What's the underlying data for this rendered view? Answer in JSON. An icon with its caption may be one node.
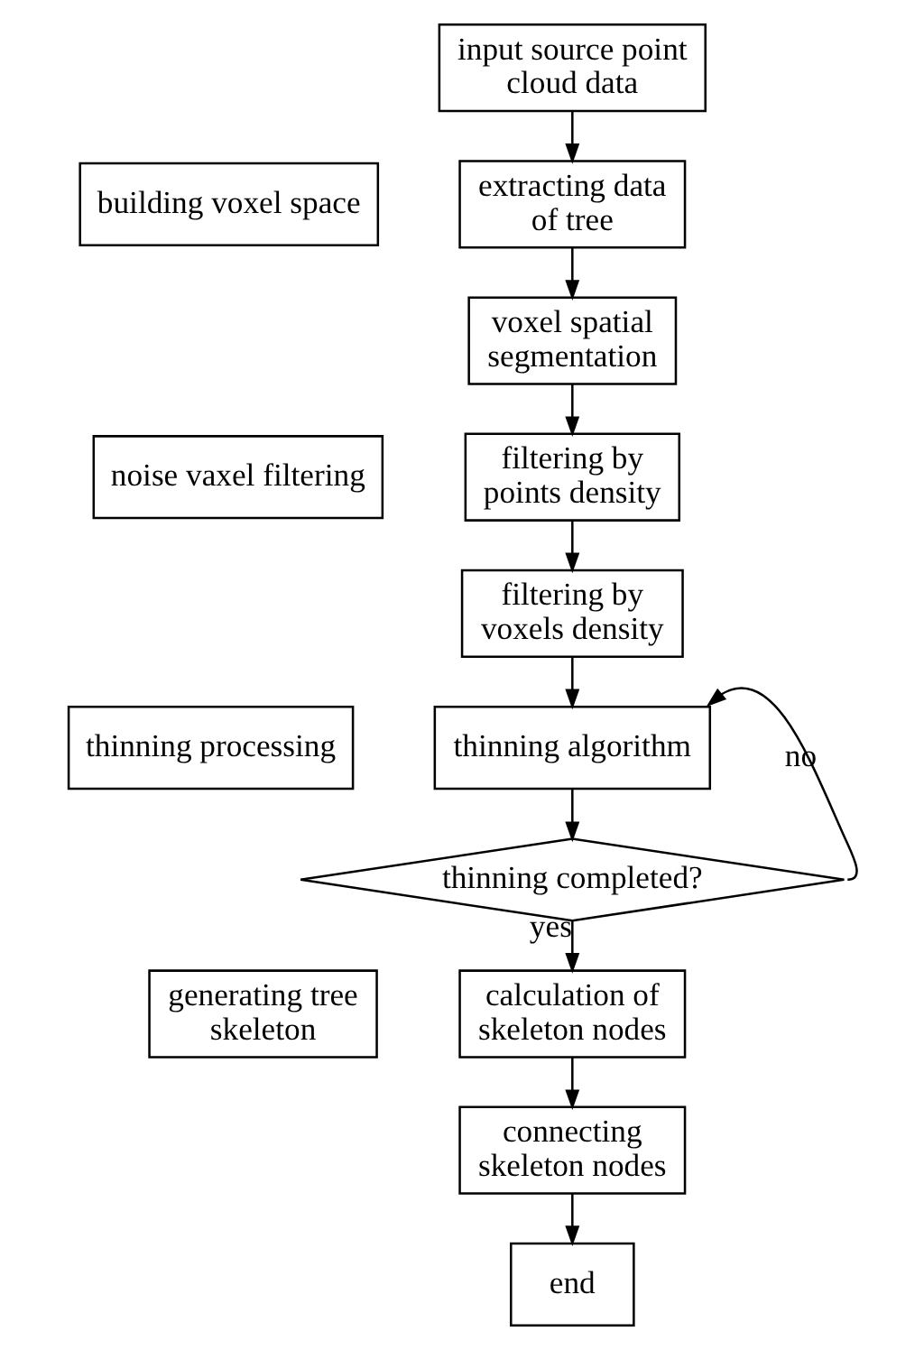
{
  "diagram": {
    "nodes": [
      {
        "text": [
          "input source point cloud data"
        ]
      },
      {
        "text": [
          "extracting data of tree"
        ]
      },
      {
        "text": [
          "voxel spatial segmentation"
        ]
      },
      {
        "text": [
          "filtering by points density"
        ]
      },
      {
        "text": [
          "filtering by voxels density"
        ]
      },
      {
        "text": [
          "thinning algorithm"
        ]
      },
      {
        "text": [
          "thinning completed?"
        ]
      },
      {
        "text": [
          "calculation of skeleton nodes"
        ]
      },
      {
        "text": [
          "connecting skeleton nodes"
        ]
      },
      {
        "text": [
          "end"
        ]
      },
      {
        "text": [
          "building voxel space"
        ]
      },
      {
        "text": [
          "noise vaxel filtering"
        ]
      },
      {
        "text": [
          "thinning processing"
        ]
      },
      {
        "text": [
          "generating tree skeleton"
        ]
      }
    ],
    "edges": [
      {
        "from": 0,
        "to": 1,
        "arrow": "to"
      },
      {
        "from": 1,
        "to": 2,
        "arrow": "to"
      },
      {
        "from": 2,
        "to": 3,
        "arrow": "to"
      },
      {
        "from": 3,
        "to": 4,
        "arrow": "to"
      },
      {
        "from": 4,
        "to": 5,
        "arrow": "to"
      },
      {
        "from": 5,
        "to": 6,
        "arrow": "to"
      },
      {
        "from": 6,
        "to": 7,
        "label": "yes",
        "arrow": "to"
      },
      {
        "from": 7,
        "to": 8,
        "arrow": "to"
      },
      {
        "from": 8,
        "to": 9,
        "arrow": "to"
      },
      {
        "from": 6,
        "to": 5,
        "label": "no",
        "arrow": "to"
      }
    ]
  }
}
